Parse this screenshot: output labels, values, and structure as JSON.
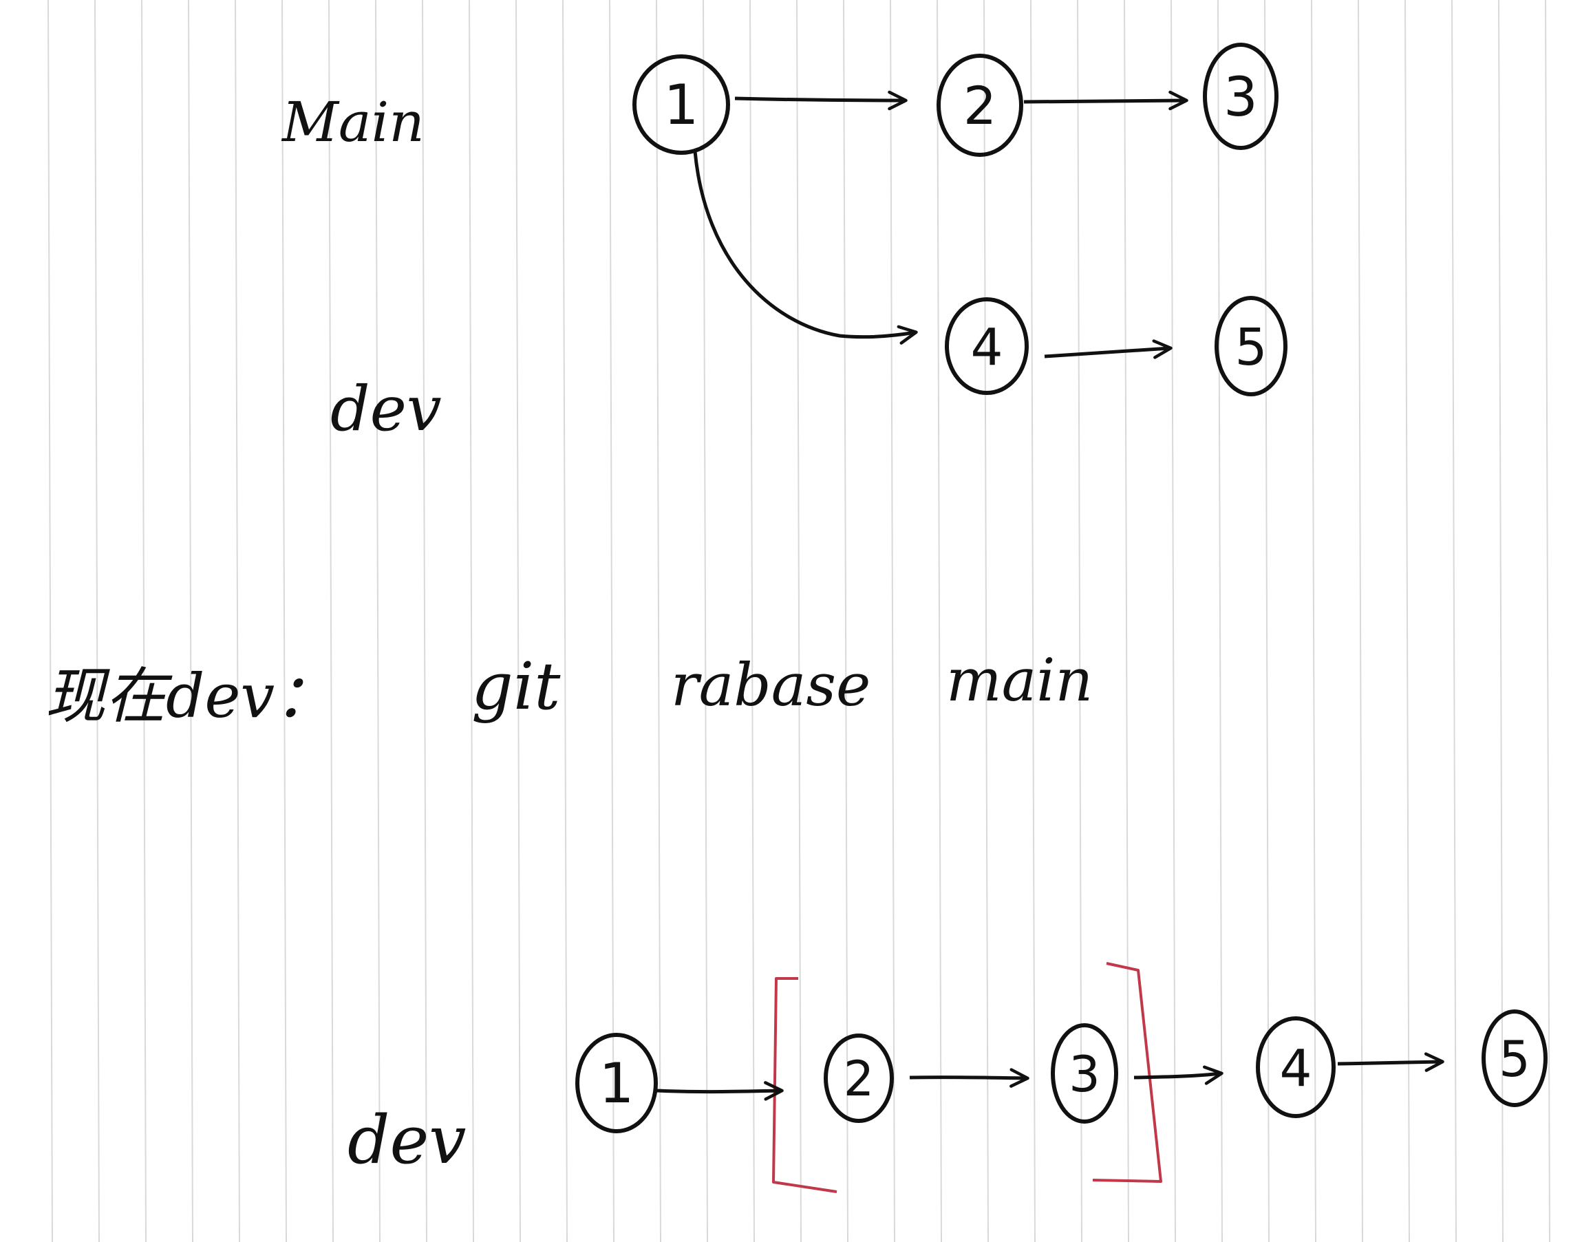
{
  "diagram_top": {
    "labels": {
      "main": "Main",
      "dev": "dev"
    },
    "nodes": [
      {
        "id": "n1",
        "label": "1"
      },
      {
        "id": "n2",
        "label": "2"
      },
      {
        "id": "n3",
        "label": "3"
      },
      {
        "id": "n4",
        "label": "4"
      },
      {
        "id": "n5",
        "label": "5"
      }
    ],
    "edges": [
      {
        "from": "n1",
        "to": "n2"
      },
      {
        "from": "n2",
        "to": "n3"
      },
      {
        "from": "n1",
        "to": "n4"
      },
      {
        "from": "n4",
        "to": "n5"
      }
    ]
  },
  "command_line": {
    "prefix": "现在dev：",
    "command": "git",
    "subcommand": "rabase",
    "target": "main"
  },
  "diagram_bottom": {
    "label": "dev",
    "nodes": [
      "1",
      "2",
      "3",
      "4",
      "5"
    ],
    "bracket_color": "#c0384a",
    "bracketed_nodes": [
      "2",
      "3"
    ]
  },
  "colors": {
    "ink": "#111111",
    "rule_line": "#d9d9d9",
    "bracket": "#c0384a"
  }
}
